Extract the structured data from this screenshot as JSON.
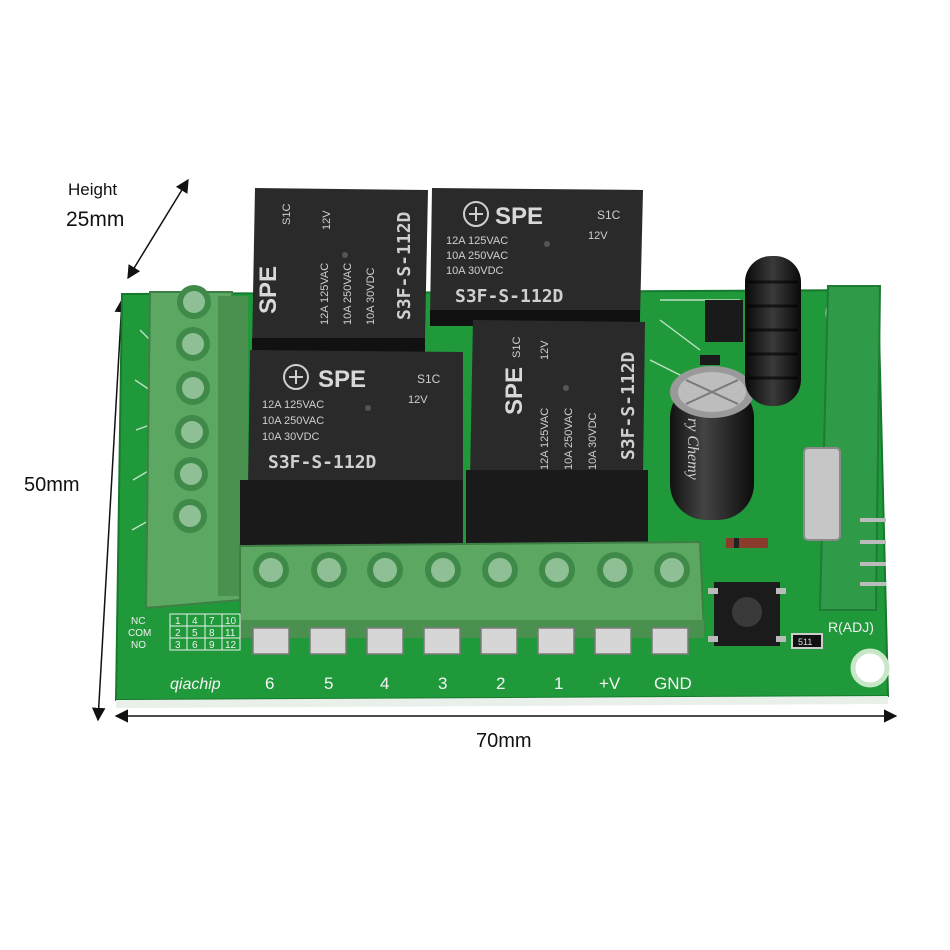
{
  "dimensions": {
    "height_label": "Height",
    "height_value": "25mm",
    "depth_value": "50mm",
    "width_value": "70mm"
  },
  "board": {
    "brand": "qiachip",
    "terminal_labels": [
      "6",
      "5",
      "4",
      "3",
      "2",
      "1",
      "+V",
      "GND"
    ],
    "pin_table_rows": [
      {
        "label": "NC",
        "cells": [
          "1",
          "4",
          "7",
          "10"
        ]
      },
      {
        "label": "COM",
        "cells": [
          "2",
          "5",
          "8",
          "11"
        ]
      },
      {
        "label": "NO",
        "cells": [
          "3",
          "6",
          "9",
          "12"
        ]
      }
    ],
    "adj_label": "R(ADJ)",
    "resistor_code": "511",
    "capacitor_text": "ry Chemy",
    "colors": {
      "pcb": "#1f9a3a",
      "terminal": "#5aa05e",
      "relay": "#222222"
    }
  },
  "relays": [
    {
      "brand": "SPE",
      "code": "S1C",
      "coil": "12V",
      "model": "S3F-S-112D",
      "ratings": [
        "12A 125VAC",
        "10A 250VAC",
        "10A 30VDC"
      ]
    },
    {
      "brand": "SPE",
      "code": "S1C",
      "coil": "12V",
      "model": "S3F-S-112D",
      "ratings": [
        "12A 125VAC",
        "10A 250VAC",
        "10A 30VDC"
      ]
    },
    {
      "brand": "SPE",
      "code": "S1C",
      "coil": "12V",
      "model": "S3F-S-112D",
      "ratings": [
        "12A 125VAC",
        "10A 250VAC",
        "10A 30VDC"
      ]
    },
    {
      "brand": "SPE",
      "code": "S1C",
      "coil": "12V",
      "model": "S3F-S-112D",
      "ratings": [
        "12A 125VAC",
        "10A 250VAC",
        "10A 30VDC"
      ]
    }
  ]
}
